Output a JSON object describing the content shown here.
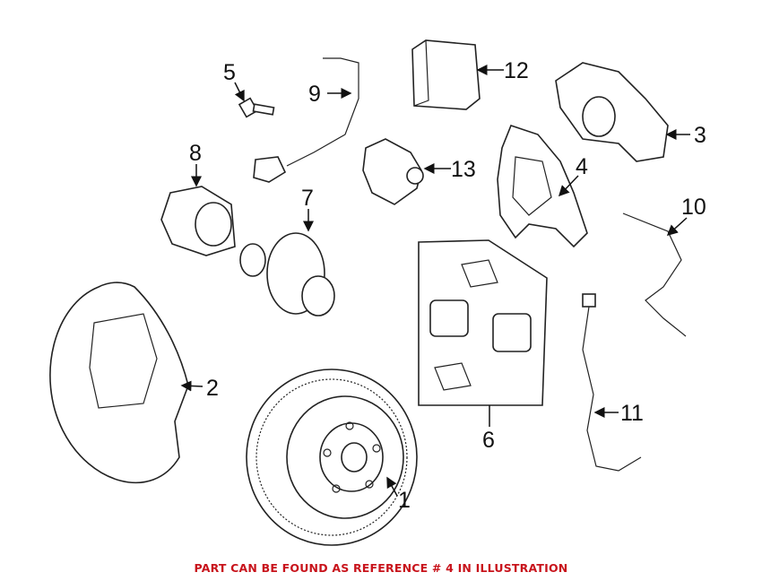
{
  "diagram": {
    "callouts": [
      "1",
      "2",
      "3",
      "4",
      "5",
      "6",
      "7",
      "8",
      "9",
      "10",
      "11",
      "12",
      "13"
    ],
    "caption": "PART CAN BE FOUND AS REFERENCE # 4 IN ILLUSTRATION",
    "caption_color": "#c8141c"
  }
}
